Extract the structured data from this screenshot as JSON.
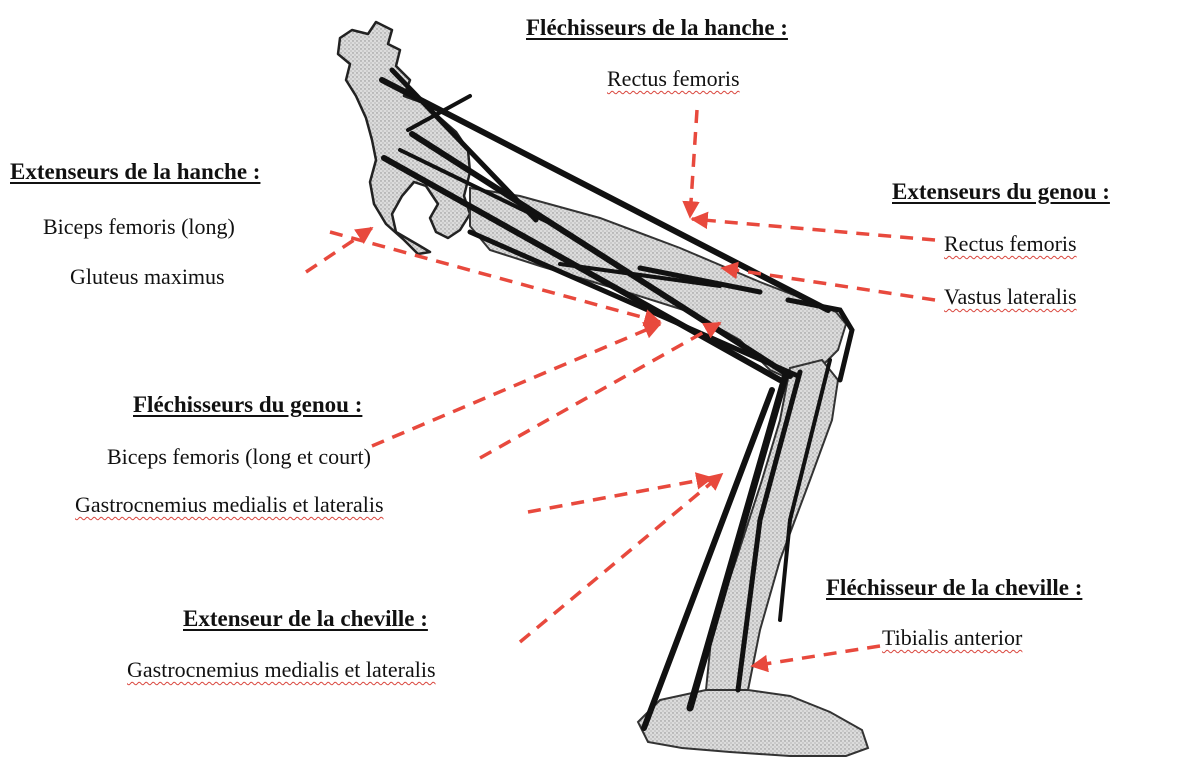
{
  "colors": {
    "arrow": "#e8493d",
    "ink": "#111111",
    "bone": "#d9d9d9",
    "spellcheck_underline": "#d9453c"
  },
  "groups": {
    "hip_flexors": {
      "heading": "Fléchisseurs de la hanche :",
      "muscles": [
        "Rectus femoris"
      ]
    },
    "hip_extensors": {
      "heading": "Extenseurs de la hanche :",
      "muscles": [
        "Biceps femoris (long)",
        "Gluteus maximus"
      ]
    },
    "knee_extensors": {
      "heading": "Extenseurs du genou :",
      "muscles": [
        "Rectus femoris",
        "Vastus lateralis"
      ]
    },
    "knee_flexors": {
      "heading": "Fléchisseurs du genou :",
      "muscles": [
        "Biceps femoris (long et court)",
        "Gastrocnemius medialis et lateralis"
      ]
    },
    "ankle_extensor": {
      "heading": "Extenseur de la cheville :",
      "muscles": [
        "Gastrocnemius medialis et lateralis"
      ]
    },
    "ankle_flexor": {
      "heading": "Fléchisseur de la cheville :",
      "muscles": [
        "Tibialis anterior"
      ]
    }
  }
}
